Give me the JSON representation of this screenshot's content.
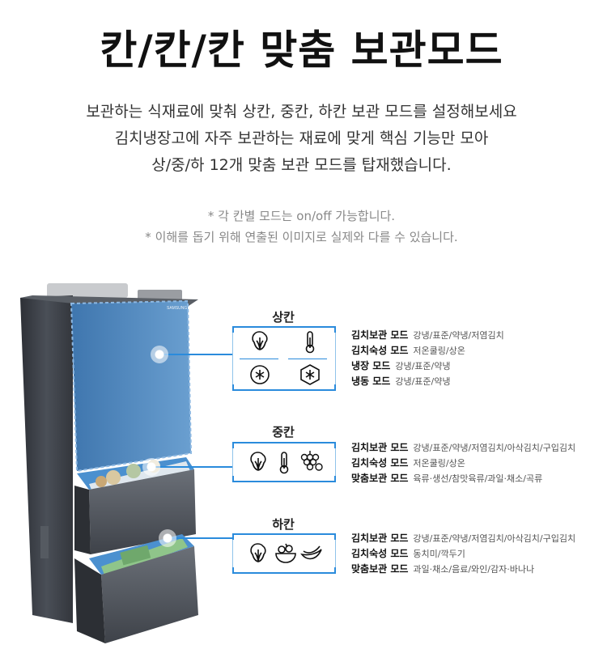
{
  "title": "칸/칸/칸 맞춤 보관모드",
  "description": [
    "보관하는 식재료에 맞춰 상칸, 중칸, 하칸 보관 모드를 설정해보세요",
    "김치냉장고에 자주 보관하는 재료에 맞게 핵심 기능만 모아",
    "상/중/하 12개 맞춤 보관 모드를 탑재했습니다."
  ],
  "notes": [
    "* 각 칸별 모드는 on/off 가능합니다.",
    "* 이해를 돕기 위해 연출된 이미지로 실제와 다를 수 있습니다."
  ],
  "brand_logo": "SAMSUNG",
  "sections": {
    "upper": {
      "title": "상칸",
      "icons": [
        "cabbage-icon",
        "thermometer-icon",
        "snowflake-circle-icon",
        "snowflake-hexagon-icon"
      ],
      "modes": [
        {
          "name": "김치보관 모드",
          "options": "강냉/표준/약냉/저염김치"
        },
        {
          "name": "김치숙성 모드",
          "options": "저온쿨링/상온"
        },
        {
          "name": "냉장 모드",
          "options": "강냉/표준/약냉"
        },
        {
          "name": "냉동 모드",
          "options": "강냉/표준/약냉"
        }
      ]
    },
    "middle": {
      "title": "중칸",
      "icons": [
        "cabbage-icon",
        "thermometer-icon",
        "grapes-icon"
      ],
      "modes": [
        {
          "name": "김치보관 모드",
          "options": "강냉/표준/약냉/저염김치/아삭김치/구입김치"
        },
        {
          "name": "김치숙성 모드",
          "options": "저온쿨링/상온"
        },
        {
          "name": "맞춤보관 모드",
          "options": "육류·생선/참맛육류/과일·채소/곡류"
        }
      ]
    },
    "lower": {
      "title": "하칸",
      "icons": [
        "cabbage-icon",
        "vegetable-bowl-icon",
        "banana-icon"
      ],
      "modes": [
        {
          "name": "김치보관 모드",
          "options": "강냉/표준/약냉/저염김치/아삭김치/구입김치"
        },
        {
          "name": "김치숙성 모드",
          "options": "동치미/깍두기"
        },
        {
          "name": "맞춤보관 모드",
          "options": "과일·채소/음료/와인/감자·바나나"
        }
      ]
    }
  },
  "colors": {
    "accent": "#2a8bdc",
    "door_blue": "#4f86bd",
    "body_dark": "#3b3f46"
  }
}
